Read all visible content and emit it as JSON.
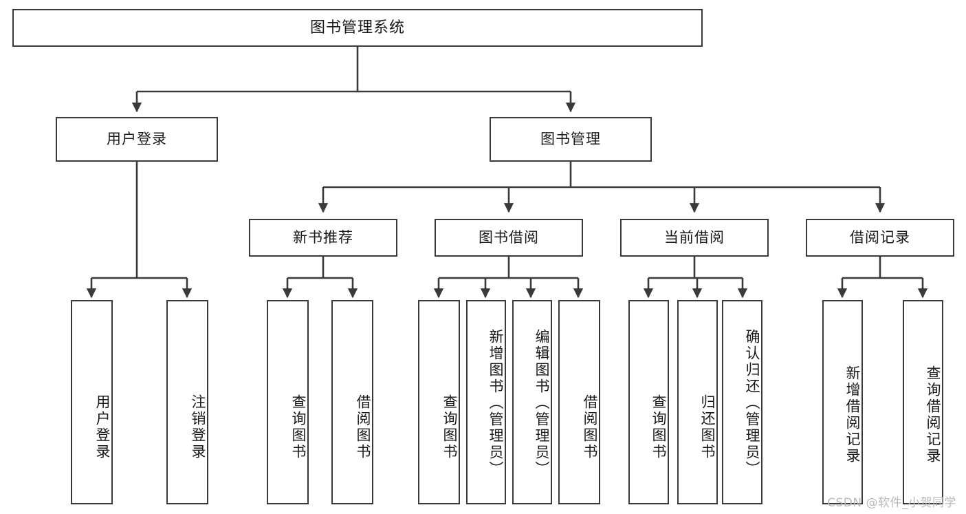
{
  "diagram": {
    "title": "图书管理系统",
    "type": "tree-hierarchy-chart",
    "watermark": "CSDN @软件_小贺同学",
    "colors": {
      "box_border": "#3a3a3a",
      "box_fill": "#ffffff",
      "connector": "#3a3a3a",
      "text": "#1a1a1a",
      "watermark": "#b9b9b9"
    }
  },
  "nodes": {
    "root": {
      "label": "图书管理系统"
    },
    "level2": [
      {
        "id": "user-login",
        "label": "用户登录"
      },
      {
        "id": "book-manage",
        "label": "图书管理"
      }
    ],
    "level3": [
      {
        "id": "new-book-recommend",
        "label": "新书推荐"
      },
      {
        "id": "book-borrow",
        "label": "图书借阅"
      },
      {
        "id": "current-borrow",
        "label": "当前借阅"
      },
      {
        "id": "borrow-record",
        "label": "借阅记录"
      }
    ],
    "leaves": [
      {
        "id": "leaf-user-login",
        "label": "用户登录",
        "parent": "user-login"
      },
      {
        "id": "leaf-user-logout",
        "label": "注销登录",
        "parent": "user-login"
      },
      {
        "id": "leaf-query-book-1",
        "label": "查询图书",
        "parent": "new-book-recommend"
      },
      {
        "id": "leaf-borrow-book-1",
        "label": "借阅图书",
        "parent": "new-book-recommend"
      },
      {
        "id": "leaf-query-book-2",
        "label": "查询图书",
        "parent": "book-borrow"
      },
      {
        "id": "leaf-add-book",
        "label": "新增图书（管理员）",
        "parent": "book-borrow"
      },
      {
        "id": "leaf-edit-book",
        "label": "编辑图书（管理员）",
        "parent": "book-borrow"
      },
      {
        "id": "leaf-borrow-book-2",
        "label": "借阅图书",
        "parent": "book-borrow"
      },
      {
        "id": "leaf-query-book-3",
        "label": "查询图书",
        "parent": "current-borrow"
      },
      {
        "id": "leaf-return-book",
        "label": "归还图书",
        "parent": "current-borrow"
      },
      {
        "id": "leaf-confirm-return",
        "label": "确认归还（管理员）",
        "parent": "current-borrow"
      },
      {
        "id": "leaf-add-record",
        "label": "新增借阅记录",
        "parent": "borrow-record"
      },
      {
        "id": "leaf-query-record",
        "label": "查询借阅记录",
        "parent": "borrow-record"
      }
    ]
  }
}
